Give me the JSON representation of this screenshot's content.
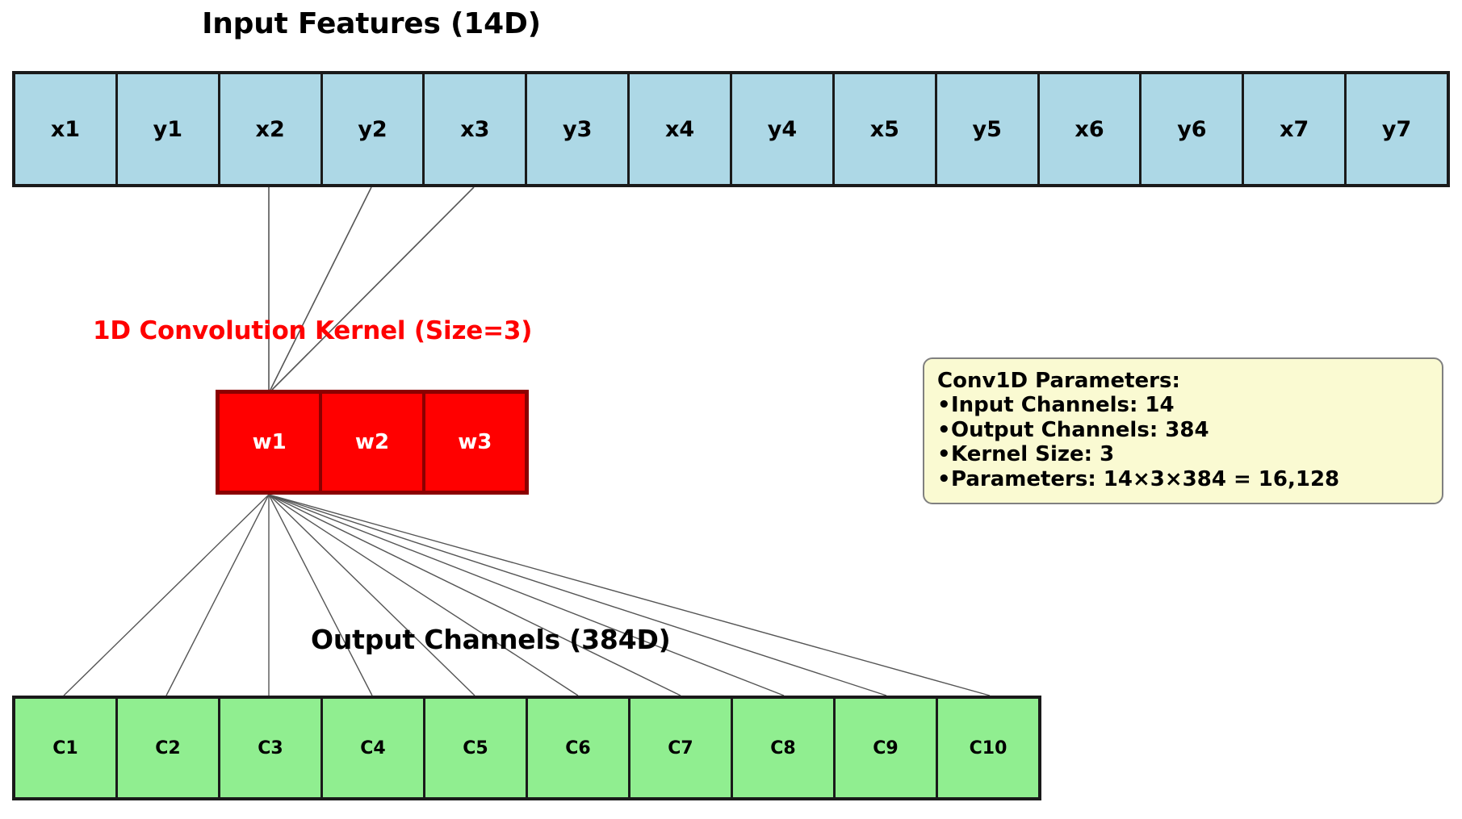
{
  "diagram": {
    "title_input": "Input Features (14D)",
    "title_kernel": "1D Convolution Kernel (Size=3)",
    "title_output": "Output Channels (384D)",
    "colors": {
      "input_fill": "#ADD8E6",
      "kernel_fill": "#FF0000",
      "kernel_border": "#8B0000",
      "output_fill": "#90EE90",
      "box_border": "#1A1A1A",
      "kernel_title": "#FF0000",
      "param_box_fill": "#FAFAD2",
      "param_box_border": "#808080",
      "connector": "#555555"
    },
    "input_cells": [
      {
        "label": "x1"
      },
      {
        "label": "y1"
      },
      {
        "label": "x2"
      },
      {
        "label": "y2"
      },
      {
        "label": "x3"
      },
      {
        "label": "y3"
      },
      {
        "label": "x4"
      },
      {
        "label": "y4"
      },
      {
        "label": "x5"
      },
      {
        "label": "y5"
      },
      {
        "label": "x6"
      },
      {
        "label": "y6"
      },
      {
        "label": "x7"
      },
      {
        "label": "y7"
      }
    ],
    "kernel_cells": [
      {
        "label": "w1"
      },
      {
        "label": "w2"
      },
      {
        "label": "w3"
      }
    ],
    "output_cells": [
      {
        "label": "C1"
      },
      {
        "label": "C2"
      },
      {
        "label": "C3"
      },
      {
        "label": "C4"
      },
      {
        "label": "C5"
      },
      {
        "label": "C6"
      },
      {
        "label": "C7"
      },
      {
        "label": "C8"
      },
      {
        "label": "C9"
      },
      {
        "label": "C10"
      }
    ],
    "param_box": {
      "heading": "Conv1D Parameters:",
      "items": [
        "Input Channels: 14",
        "Output Channels: 384",
        "Kernel Size: 3",
        "Parameters: 14×3×384 = 16,128"
      ]
    },
    "connections": {
      "input_to_kernel_sources": [
        "x2",
        "y2",
        "x3"
      ],
      "kernel_to_output_targets": [
        "C1",
        "C2",
        "C3",
        "C4",
        "C5",
        "C6",
        "C7",
        "C8",
        "C9",
        "C10"
      ],
      "kernel_anchor": "w1"
    }
  },
  "chart_data": {
    "type": "diagram",
    "title": "1D Convolution over 14D input producing 384 output channels",
    "layers": [
      {
        "name": "Input Features",
        "dim": 14,
        "shown": 14,
        "labels": [
          "x1",
          "y1",
          "x2",
          "y2",
          "x3",
          "y3",
          "x4",
          "y4",
          "x5",
          "y5",
          "x6",
          "y6",
          "x7",
          "y7"
        ]
      },
      {
        "name": "1D Convolution Kernel",
        "dim": 3,
        "shown": 3,
        "labels": [
          "w1",
          "w2",
          "w3"
        ]
      },
      {
        "name": "Output Channels",
        "dim": 384,
        "shown": 10,
        "labels": [
          "C1",
          "C2",
          "C3",
          "C4",
          "C5",
          "C6",
          "C7",
          "C8",
          "C9",
          "C10"
        ]
      }
    ],
    "parameters": {
      "in_channels": 14,
      "out_channels": 384,
      "kernel_size": 3,
      "total_params": 16128
    }
  }
}
